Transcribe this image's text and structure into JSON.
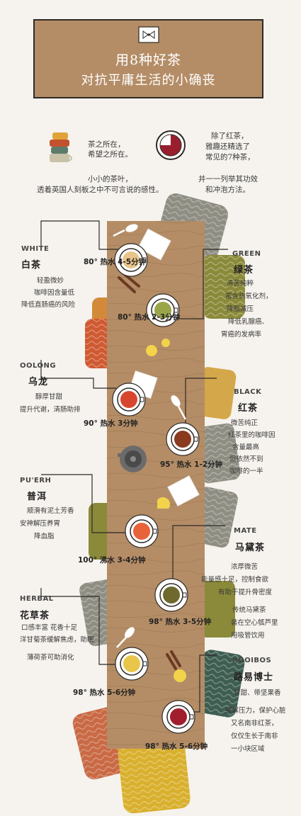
{
  "header": {
    "title_line1": "用8种好茶",
    "title_line2": "对抗平庸生活的小确丧"
  },
  "intro": {
    "left_line1": "茶之所在，",
    "left_line2": "希望之所在。",
    "right_line1": "除了红茶，",
    "right_line2": "雅趣还精选了",
    "right_line3": "常见的7种茶，",
    "bottom_line1": "小小的茶叶，",
    "bottom_line2": "透着英国人刻板之中不可言说的感性。",
    "bottom_right": "并一一列举其功效",
    "bottom_right2": "和冲泡方法。"
  },
  "teas": [
    {
      "en": "WHITE",
      "cn": "白茶",
      "desc": [
        "轻盈微妙",
        "咖啡因含量低",
        "降低直肠癌的风险"
      ],
      "brew": "80° 热水 4-5分钟",
      "color": "#e9c48a"
    },
    {
      "en": "GREEN",
      "cn": "绿茶",
      "desc": [
        "清苦纯粹",
        "富含抗氧化剂，",
        "降脂减压",
        "降低乳腺癌、",
        "胃癌的发病率"
      ],
      "brew": "80° 热水 2-3分钟",
      "color": "#9aa54a"
    },
    {
      "en": "OOLONG",
      "cn": "乌龙",
      "desc": [
        "醇厚甘甜",
        "提升代谢，清肠助排"
      ],
      "brew": "90° 热水 3分钟",
      "color": "#d8452e"
    },
    {
      "en": "BLACK",
      "cn": "红茶",
      "desc": [
        "微苦纯正",
        "红茶里的咖啡因",
        "含量最高",
        "但依然不到",
        "咖啡的一半"
      ],
      "brew": "95° 热水 1-2分钟",
      "color": "#8a3a1e"
    },
    {
      "en": "PU'ERH",
      "cn": "普洱",
      "desc": [
        "顺滑有泥土芳香",
        "安神解压养胃",
        "降血脂"
      ],
      "brew": "100° 沸水 3-4分钟",
      "color": "#e8623a"
    },
    {
      "en": "MATE",
      "cn": "马黛茶",
      "desc": [
        "浓厚微苦",
        "能量感十足，控制食欲",
        "有助于提升骨密度",
        "传统马黛茶",
        "装在空心瓠芦里",
        "用吸管饮用"
      ],
      "brew": "98° 热水 3-5分钟",
      "color": "#6e6a2e"
    },
    {
      "en": "HERBAL",
      "cn": "花草茶",
      "desc": [
        "口感丰富 花香十足",
        "洋甘菊茶缓解焦虑，助眠",
        "薄荷茶可助消化"
      ],
      "brew": "98° 热水 5-6分钟",
      "color": "#e8c64a"
    },
    {
      "en": "ROOIBOS",
      "cn": "路易博士",
      "desc": [
        "甘甜、带坚果香",
        "缓解压力，保护心脏",
        "又名南非红茶，",
        "仅仅生长于南非",
        "一小块区域"
      ],
      "brew": "98° 热水 5-6分钟",
      "color": "#a01e2e"
    }
  ],
  "colors": {
    "table": "#b48d66",
    "header_bg": "#b48d66",
    "accent": "#2e2a26"
  },
  "icons": {
    "header": "bowtie-icon",
    "cups": "teacup-stack-icon",
    "clock": "timer-clock-icon",
    "teapot": "teapot-icon",
    "spoon": "spoon-icon",
    "cinnamon": "cinnamon-stick-icon",
    "lemon": "lemon-slice-icon",
    "napkin": "napkin-icon"
  }
}
